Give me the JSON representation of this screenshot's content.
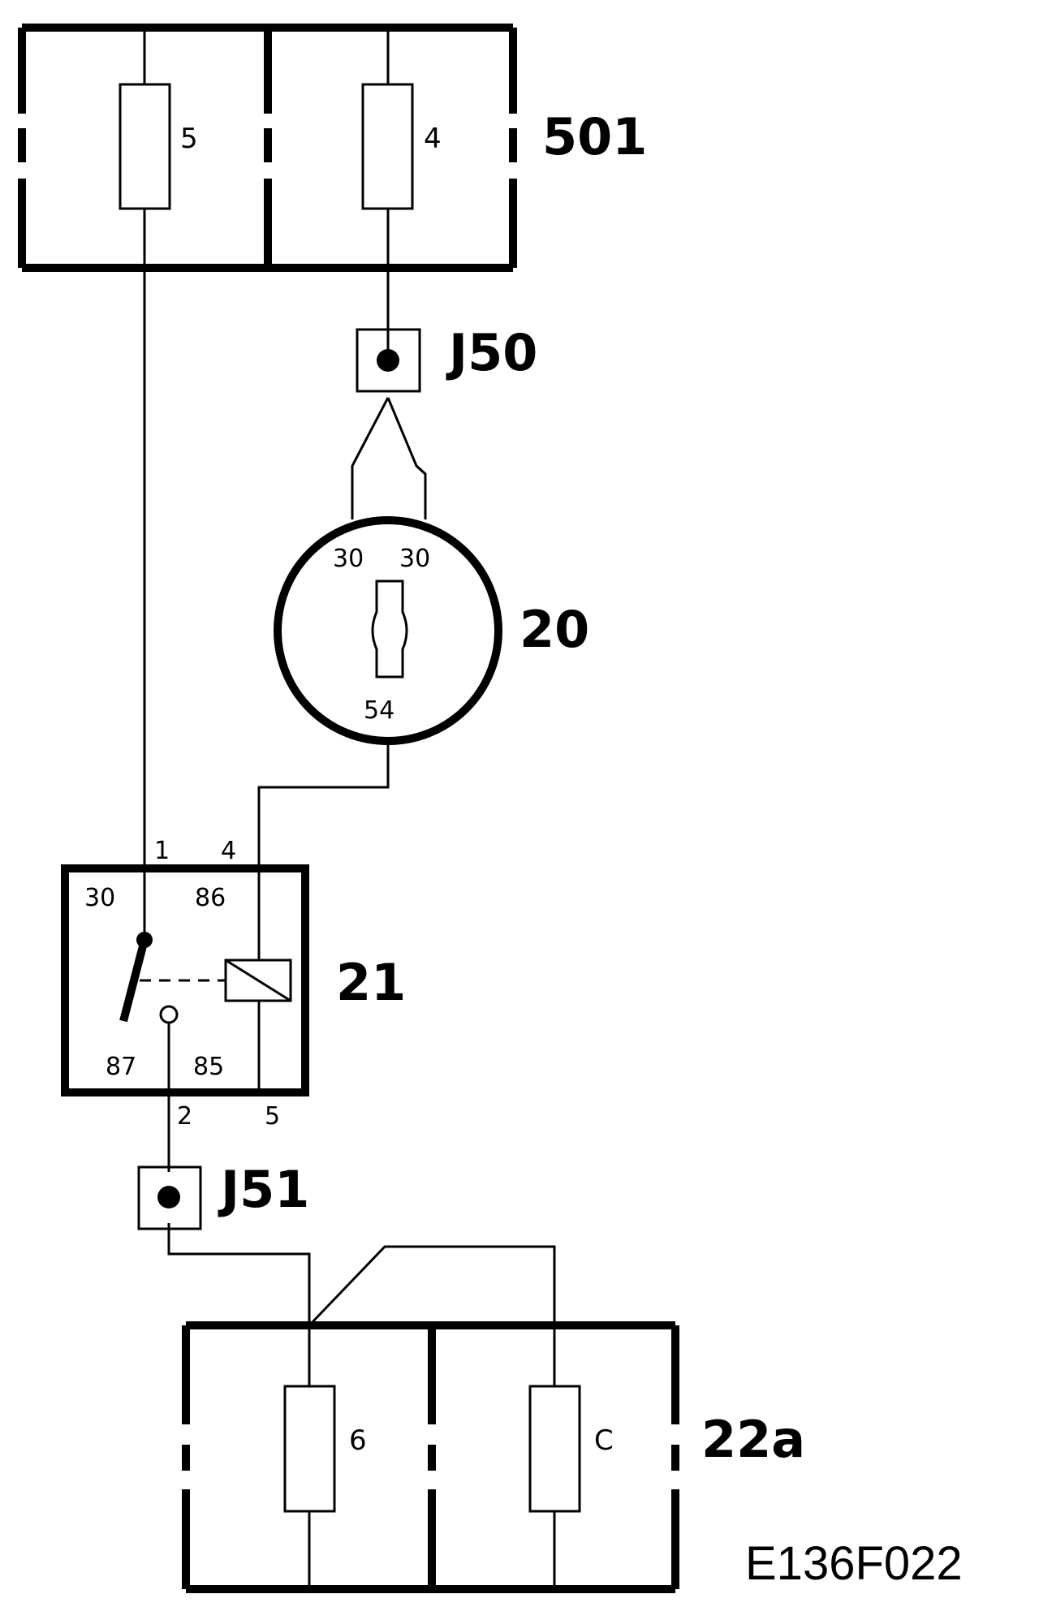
{
  "diagram": {
    "colors": {
      "line": "#000000",
      "background": "#ffffff"
    },
    "fusebox_top": {
      "label": "501",
      "fuses": [
        {
          "label": "5"
        },
        {
          "label": "4"
        }
      ]
    },
    "junction_j50": {
      "label": "J50"
    },
    "ignition_switch": {
      "label": "20",
      "pins": [
        "30",
        "30",
        "54"
      ]
    },
    "relay": {
      "label": "21",
      "terminals": [
        "30",
        "86",
        "87",
        "85"
      ],
      "pins": [
        "1",
        "4",
        "2",
        "5"
      ]
    },
    "junction_j51": {
      "label": "J51"
    },
    "fusebox_bottom": {
      "label": "22a",
      "fuses": [
        {
          "label": "6"
        },
        {
          "label": "C"
        }
      ]
    },
    "figure_code": "E136F022"
  }
}
